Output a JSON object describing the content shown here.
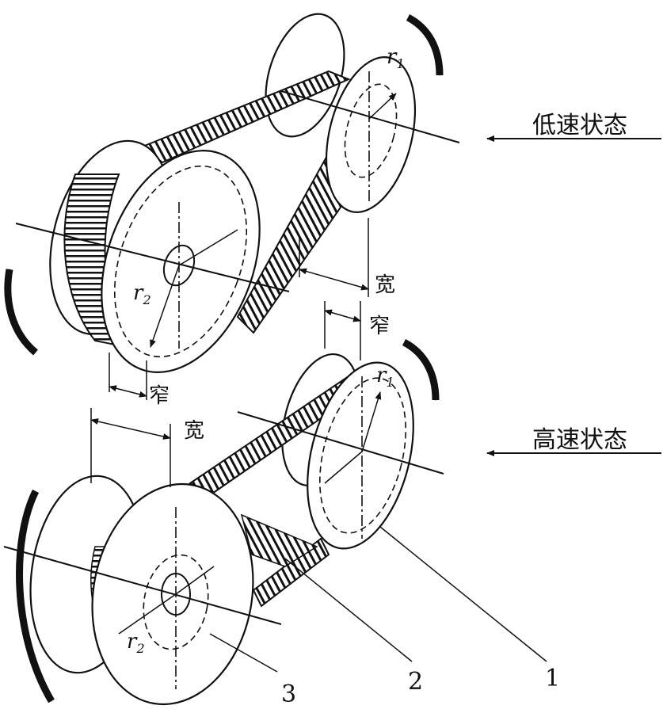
{
  "states": {
    "low": "低速状态",
    "high": "高速状态"
  },
  "dimensions": {
    "wide": "宽",
    "narrow": "窄"
  },
  "radii": {
    "r": "r",
    "sub1": "1",
    "sub2": "2"
  },
  "parts": [
    "1",
    "2",
    "3"
  ]
}
